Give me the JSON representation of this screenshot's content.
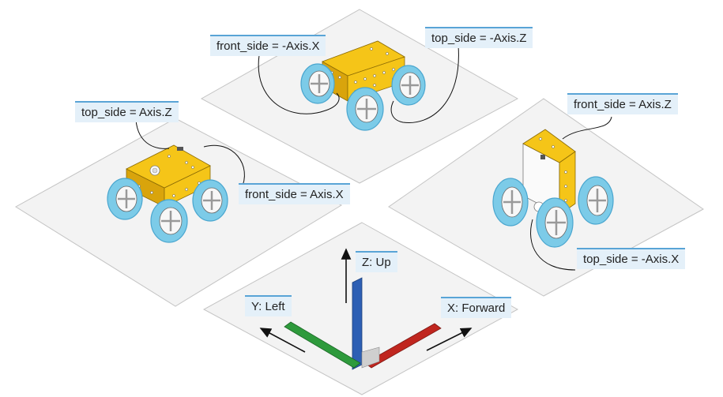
{
  "colors": {
    "plate_fill": "#f3f3f3",
    "plate_stroke": "#c4c4c4",
    "hub_body": "#f5c518",
    "hub_body_dark": "#d9a40c",
    "hub_top": "#fafafa",
    "wheel_tire": "#7ccbe8",
    "wheel_tire_dark": "#4aa6cf",
    "wheel_hub": "#f7f7f7",
    "axis_x": "#c0261f",
    "axis_y": "#2e9a3c",
    "axis_z": "#2d5fb4",
    "label_bg": "#e4f0f9",
    "label_border": "#59a4d6"
  },
  "labels": {
    "top_left_front": "front_side = -Axis.X",
    "top_right_top": "top_side = -Axis.Z",
    "left_top": "top_side = Axis.Z",
    "left_front": "front_side = Axis.X",
    "right_front": "front_side = Axis.Z",
    "right_top": "top_side = -Axis.X",
    "axis_z": "Z: Up",
    "axis_y": "Y: Left",
    "axis_x": "X: Forward"
  }
}
